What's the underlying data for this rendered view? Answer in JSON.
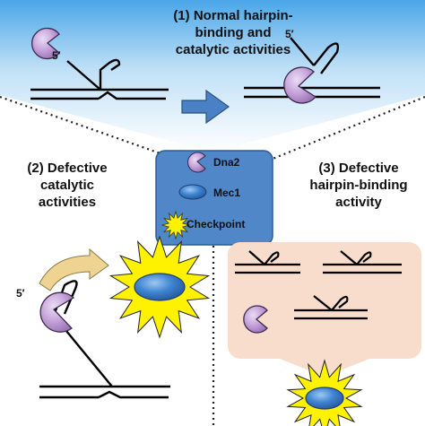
{
  "panels": {
    "normal": {
      "title_lines": [
        "(1) Normal hairpin-",
        "binding and",
        "catalytic activities"
      ],
      "five_prime_left": "5′",
      "five_prime_right": "5′"
    },
    "defective_catalytic": {
      "title_lines": [
        "(2) Defective",
        "catalytic",
        "activities"
      ],
      "five_prime": "5′"
    },
    "defective_hairpin": {
      "title_lines": [
        "(3) Defective",
        "hairpin-binding",
        "activity"
      ]
    }
  },
  "legend": {
    "items": [
      {
        "label": "Dna2",
        "icon": "pacman-icon"
      },
      {
        "label": "Mec1",
        "icon": "ellipse-icon"
      },
      {
        "label": "Checkpoint",
        "icon": "starburst-icon"
      }
    ]
  },
  "colors": {
    "dna2": "#c9a8dd",
    "mec1": "#3f84d1",
    "checkpoint": "#fff200",
    "legend_bg": "#4f87c9",
    "sky_top": "#4aa6e8",
    "panel3_bg": "#f8dccc",
    "arrow_blue": "#4a80c4",
    "arrow_tan": "#efd392"
  }
}
